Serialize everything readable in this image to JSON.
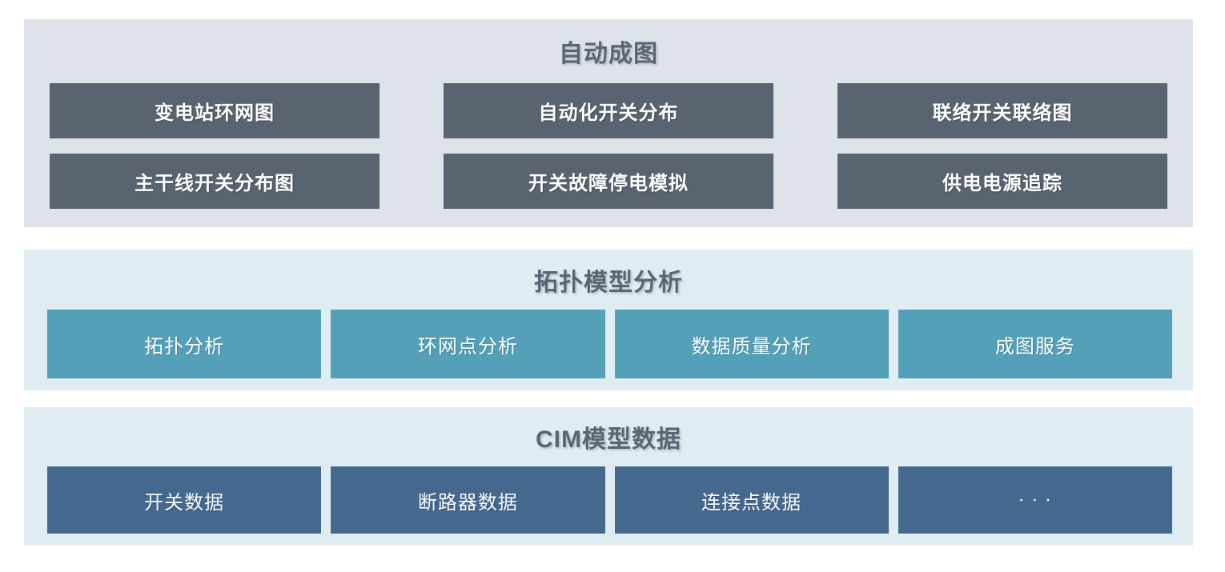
{
  "diagram": {
    "sections": [
      {
        "title": "自动成图",
        "items": [
          "变电站环网图",
          "自动化开关分布",
          "联络开关联络图",
          "主干线开关分布图",
          "开关故障停电模拟",
          "供电电源追踪"
        ]
      },
      {
        "title": "拓扑模型分析",
        "items": [
          "拓扑分析",
          "环网点分析",
          "数据质量分析",
          "成图服务"
        ]
      },
      {
        "title": "CIM模型数据",
        "items": [
          "开关数据",
          "断路器数据",
          "连接点数据",
          "· · ·"
        ]
      }
    ]
  },
  "colors": {
    "page_background": "#ffffff",
    "top_panel_background": "#dee2e9",
    "light_panel_background": "#dfecf2",
    "dark_button": "#5a6370",
    "teal_button": "#53a0b8",
    "blue_button": "#45688f",
    "title_text": "#5b6472",
    "button_text": "#ffffff"
  }
}
